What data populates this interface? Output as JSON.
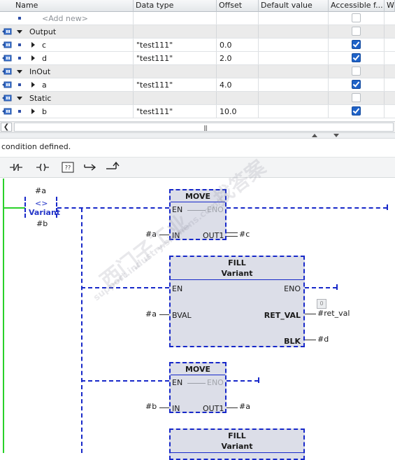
{
  "table": {
    "columns": [
      "Name",
      "Data type",
      "Offset",
      "Default value",
      "Accessible f...",
      "Wr"
    ],
    "add_new": "<Add new>",
    "sections": [
      {
        "name": "Output"
      },
      {
        "name": "InOut"
      },
      {
        "name": "Static"
      }
    ],
    "rows": [
      {
        "name": "c",
        "type": "\"test111\"",
        "offset": "0.0",
        "accessible": true
      },
      {
        "name": "d",
        "type": "\"test111\"",
        "offset": "2.0",
        "accessible": true
      },
      {
        "name": "a",
        "type": "\"test111\"",
        "offset": "4.0",
        "accessible": true
      },
      {
        "name": "b",
        "type": "\"test111\"",
        "offset": "10.0",
        "accessible": true
      }
    ],
    "scroll_grip": "|||"
  },
  "status_text": "condition defined.",
  "toolbar": {
    "icons": [
      "no-contact-icon",
      "coil-icon",
      "empty-box-icon",
      "open-branch-icon",
      "close-branch-icon"
    ],
    "empty_box_label": "??"
  },
  "network": {
    "comparator": {
      "top_operand": "#a",
      "symbol": "<>",
      "type": "Variant",
      "bottom_operand": "#b"
    },
    "move1": {
      "title": "MOVE",
      "en": "EN",
      "eno": "ENO",
      "in": "IN",
      "out1": "OUT1",
      "in_operand": "#a",
      "out_operand": "#c"
    },
    "fill1": {
      "title": "FILL",
      "type": "Variant",
      "en": "EN",
      "eno": "ENO",
      "bval": "BVAL",
      "ret_val": "RET_VAL",
      "blk": "BLK",
      "bval_operand": "#a",
      "ret_operand": "#ret_val",
      "blk_operand": "#d",
      "ret_box_value": "0"
    },
    "move2": {
      "title": "MOVE",
      "en": "EN",
      "eno": "ENO",
      "in": "IN",
      "out1": "OUT1",
      "in_operand": "#b",
      "out_operand": "#a"
    },
    "fill2": {
      "title": "FILL",
      "type": "Variant"
    }
  },
  "watermark": {
    "line1": "西门子工业",
    "line2": "support.industry.siemens.com/cs",
    "line3": "找答案"
  }
}
